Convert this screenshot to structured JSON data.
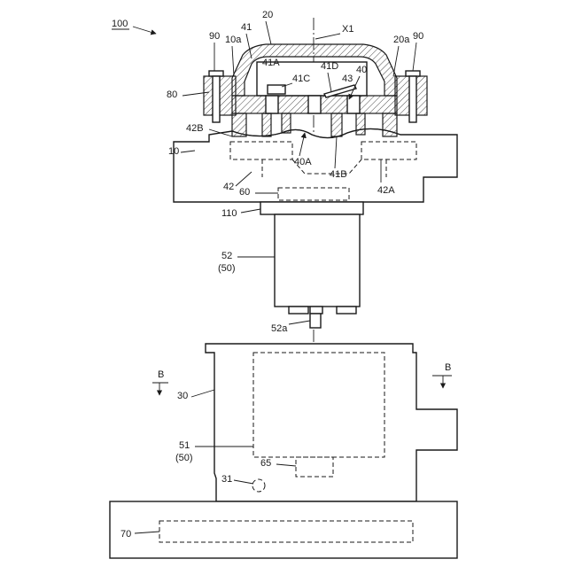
{
  "figure": {
    "ref_main": "100",
    "axis_label": "X1",
    "section_marker": "B",
    "labels": {
      "l20": "20",
      "l41": "41",
      "l90_left": "90",
      "l10a": "10a",
      "l41A": "41A",
      "l41C": "41C",
      "l41D": "41D",
      "l43": "43",
      "l40": "40",
      "l20a": "20a",
      "l90_right": "90",
      "l80": "80",
      "l42B": "42B",
      "l10": "10",
      "l40A": "40A",
      "l41B": "41B",
      "l42": "42",
      "l60": "60",
      "l42A": "42A",
      "l110": "110",
      "l52": "52",
      "l52_sub": "(50)",
      "l52a": "52a",
      "l30": "30",
      "l51": "51",
      "l51_sub": "(50)",
      "l65": "65",
      "l31": "31",
      "l70": "70"
    }
  }
}
